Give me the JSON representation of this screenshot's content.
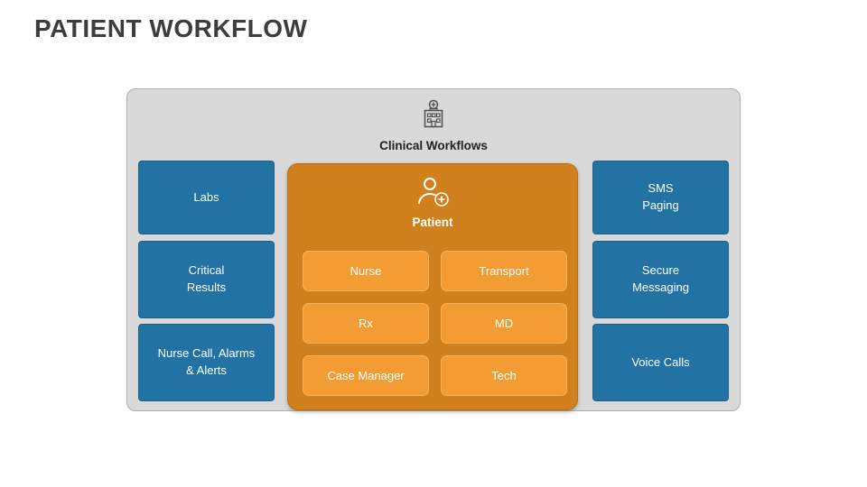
{
  "title": "PATIENT WORKFLOW",
  "panel": {
    "header": {
      "label": "Clinical Workflows"
    }
  },
  "left_column": {
    "items": [
      {
        "label": "Labs"
      },
      {
        "label": "Critical\nResults"
      },
      {
        "label": "Nurse Call, Alarms\n& Alerts"
      }
    ]
  },
  "right_column": {
    "items": [
      {
        "label": "SMS\nPaging"
      },
      {
        "label": "Secure\nMessaging"
      },
      {
        "label": "Voice Calls"
      }
    ]
  },
  "patient_group": {
    "label": "Patient",
    "roles": [
      {
        "label": "Nurse"
      },
      {
        "label": "Transport"
      },
      {
        "label": "Rx"
      },
      {
        "label": "MD"
      },
      {
        "label": "Case Manager"
      },
      {
        "label": "Tech"
      }
    ]
  },
  "icons": {
    "header_icon": "hospital-icon",
    "patient_icon": "patient-icon"
  },
  "colors": {
    "side_box_blue": "#2272a3",
    "patient_group_orange": "#d0801c",
    "role_box_orange": "#f29c33",
    "panel_gray": "#d9d9d9",
    "title_text": "#3d3d3d"
  }
}
